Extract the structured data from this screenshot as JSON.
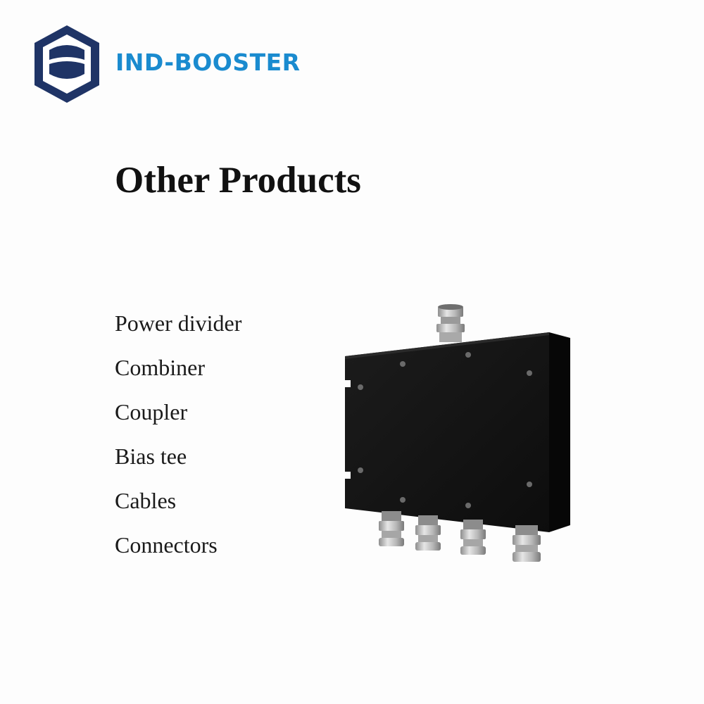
{
  "brand": {
    "name": "IND-BOOSTER",
    "logo_icon": "hexagon-logo-icon",
    "colors": {
      "logo": "#1f3466",
      "text": "#1a8bcf"
    }
  },
  "page": {
    "title": "Other Products"
  },
  "products": [
    "Power divider",
    "Combiner",
    "Coupler",
    "Bias tee",
    "Cables",
    "Connectors"
  ],
  "image": {
    "subject": "power-divider-icon",
    "colors": {
      "body": "#151515",
      "connector": "#b8b8b8"
    }
  }
}
